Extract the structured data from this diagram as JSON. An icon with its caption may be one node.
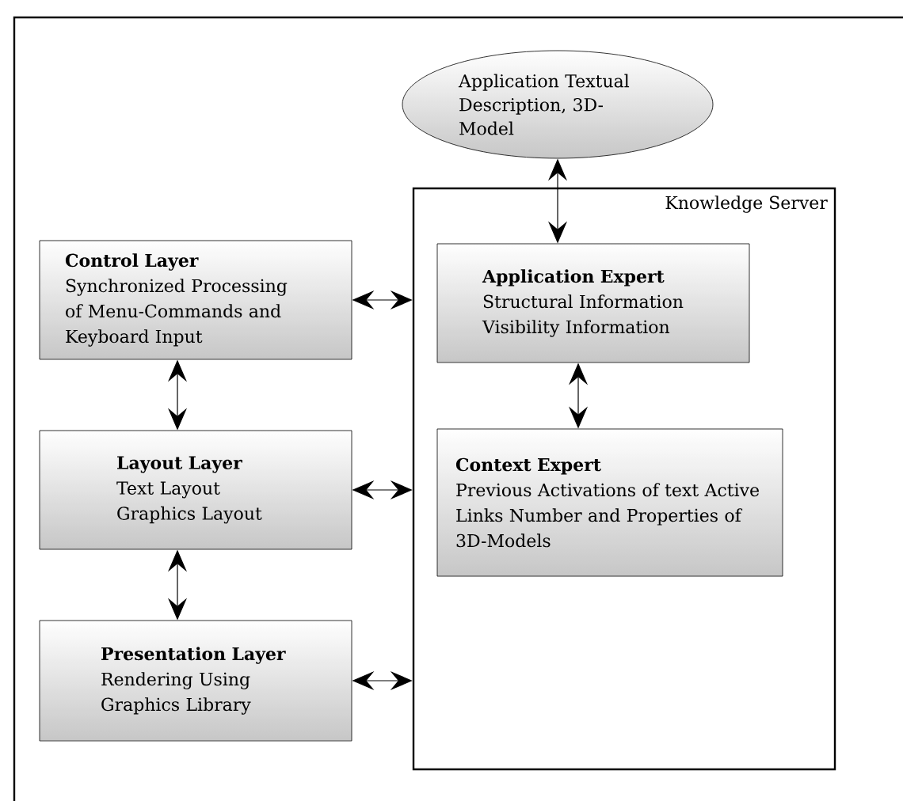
{
  "diagram": {
    "nodes": [
      {
        "text": [
          "Application Textual Description, 3D-Model"
        ]
      },
      {
        "text": [
          "Knowledge Server"
        ]
      },
      {
        "text": [
          "Application Expert",
          "Structural Information Visibility Information"
        ],
        "in": 1
      },
      {
        "text": [
          "Context Expert",
          "Previous Activations of text Active Links Number and Properties of 3D-Models"
        ],
        "in": 1
      },
      {
        "text": [
          "Control Layer",
          "Synchronized Processing of Menu-Commands and Keyboard Input"
        ]
      },
      {
        "text": [
          "Layout Layer",
          "Text Layout Graphics Layout"
        ]
      },
      {
        "text": [
          "Presentation Layer",
          "Rendering Using Graphics Library"
        ]
      }
    ],
    "edges": [
      {
        "from": 0,
        "to": 2,
        "arrow": "both"
      },
      {
        "from": 2,
        "to": 3,
        "arrow": "both"
      },
      {
        "from": 4,
        "to": 1,
        "arrow": "both"
      },
      {
        "from": 5,
        "to": 1,
        "arrow": "both"
      },
      {
        "from": 6,
        "to": 1,
        "arrow": "both"
      },
      {
        "from": 4,
        "to": 5,
        "arrow": "both"
      },
      {
        "from": 5,
        "to": 6,
        "arrow": "both"
      }
    ]
  }
}
